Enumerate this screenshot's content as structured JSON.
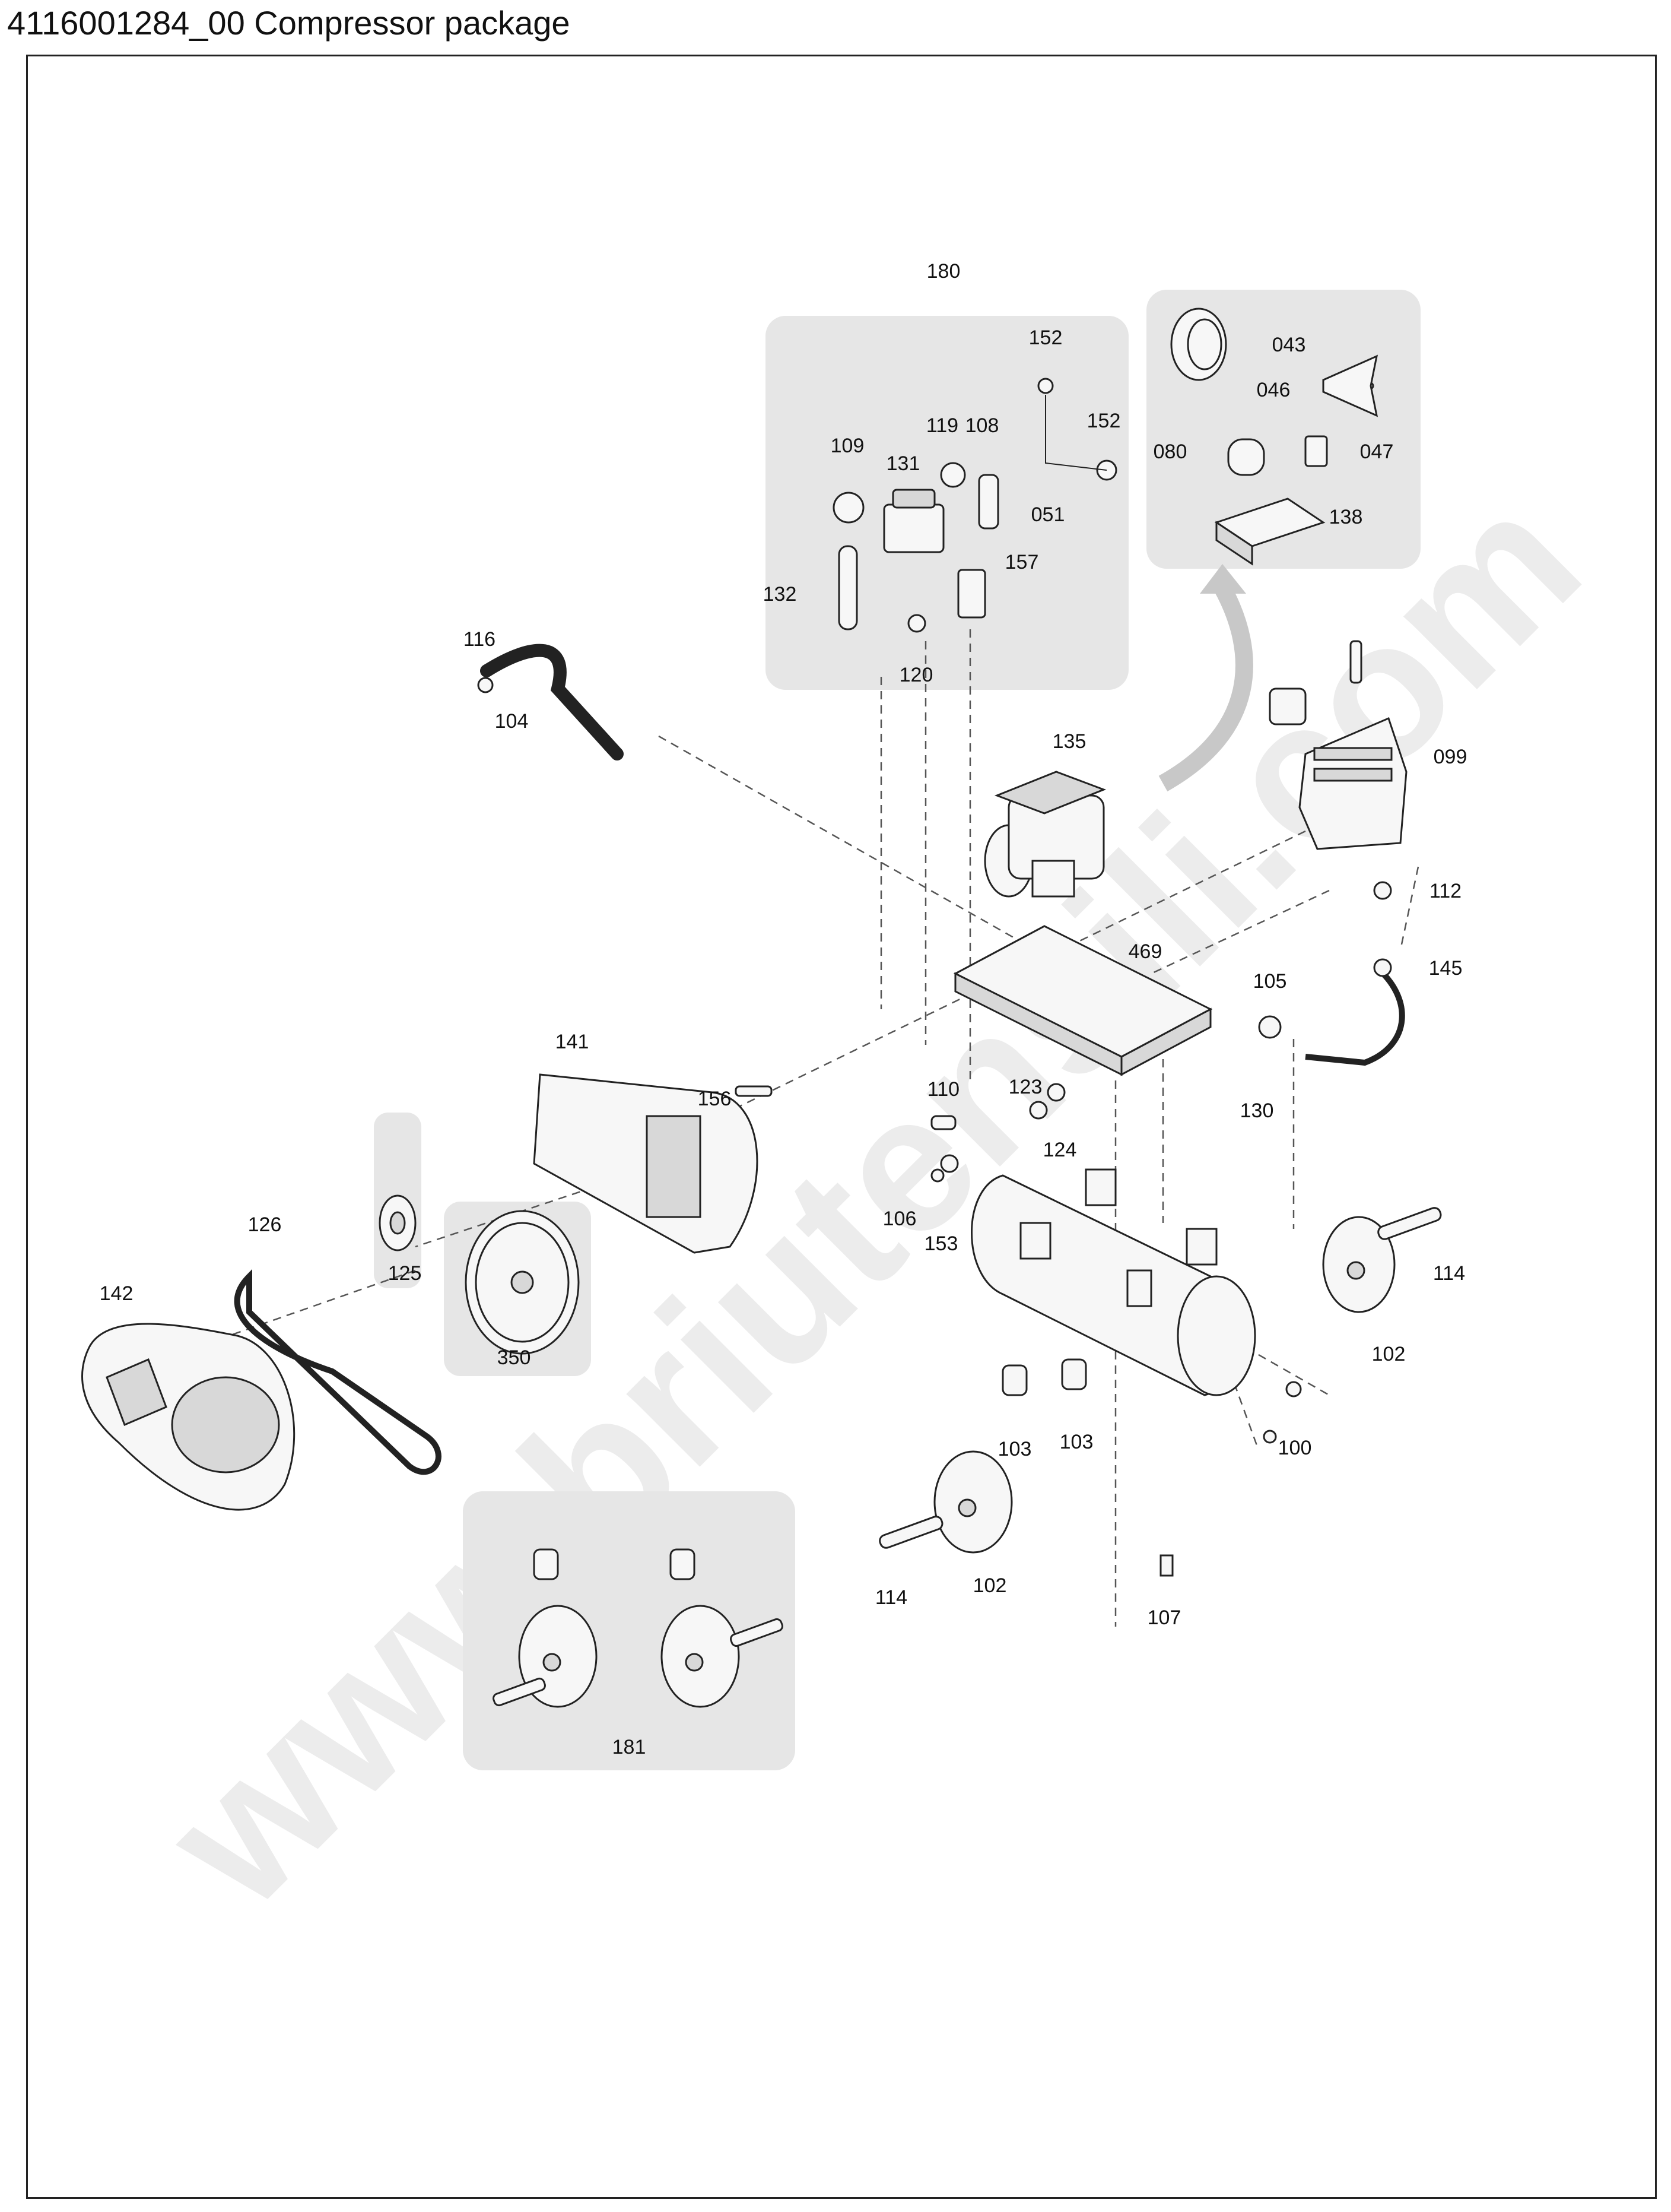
{
  "title": "4116001284_00 Compressor package",
  "watermark": "www.briutensili.com",
  "colors": {
    "panel": "#e6e6e6",
    "line": "#222222",
    "background": "#ffffff"
  },
  "parts": {
    "p180": "180",
    "p152a": "152",
    "p152b": "152",
    "p119": "119",
    "p108": "108",
    "p109": "109",
    "p131": "131",
    "p051": "051",
    "p157": "157",
    "p132": "132",
    "p120": "120",
    "p043": "043",
    "p046": "046",
    "p080": "080",
    "p047": "047",
    "p138": "138",
    "p116": "116",
    "p104": "104",
    "p135": "135",
    "p099": "099",
    "p112": "112",
    "p145": "145",
    "p469": "469",
    "p105": "105",
    "p141": "141",
    "p156": "156",
    "p110": "110",
    "p123": "123",
    "p124": "124",
    "p130": "130",
    "p106": "106",
    "p153": "153",
    "p126": "126",
    "p125": "125",
    "p142": "142",
    "p350": "350",
    "p114a": "114",
    "p102a": "102",
    "p103a": "103",
    "p103b": "103",
    "p100": "100",
    "p114b": "114",
    "p102b": "102",
    "p107": "107",
    "p181": "181"
  }
}
